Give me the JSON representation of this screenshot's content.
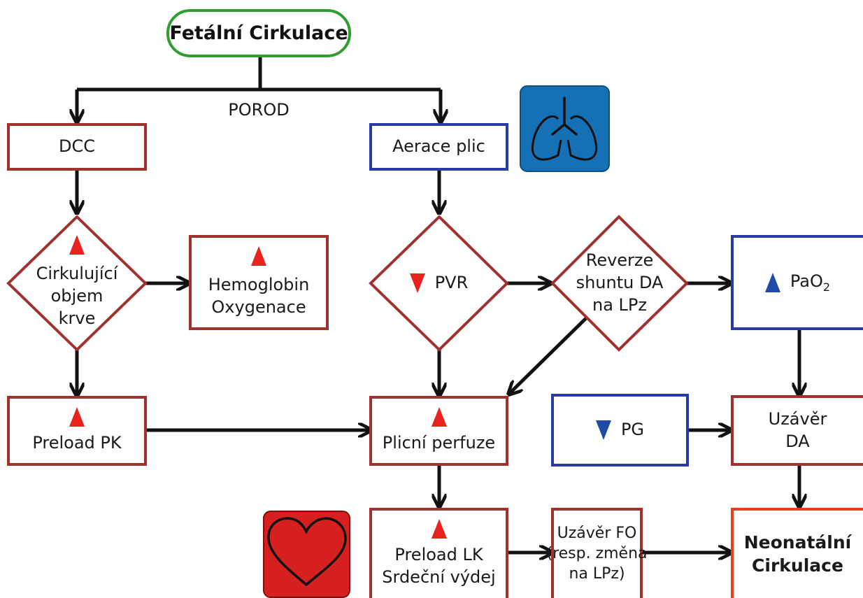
{
  "start": {
    "label": "Fetální Cirkulace"
  },
  "birth_label": "POROD",
  "nodes": {
    "dcc": {
      "label": "DCC"
    },
    "aeration": {
      "label": "Aerace plic"
    },
    "circ_volume": {
      "line1": "Cirkulující",
      "line2": "objem",
      "line3": "krve"
    },
    "hemoglobin": {
      "line1": "Hemoglobin",
      "line2": "Oxygenace"
    },
    "pvr": {
      "label": "PVR"
    },
    "da_reversal": {
      "line1": "Reverze",
      "line2": "shuntu DA",
      "line3": "na LPz"
    },
    "pao2": {
      "label": "PaO",
      "sub": "2"
    },
    "preload_pk": {
      "label": "Preload PK"
    },
    "lung_perfusion": {
      "label": "Plicní perfuze"
    },
    "pg": {
      "label": "PG"
    },
    "da_closure": {
      "line1": "Uzávěr",
      "line2": "DA"
    },
    "preload_lk": {
      "line1": "Preload LK",
      "line2": "Srdeční výdej"
    },
    "fo_closure": {
      "line1": "Uzávěr FO",
      "line2": "(resp. změna",
      "line3": "na LPz)"
    },
    "neonatal": {
      "line1": "Neonatální",
      "line2": "Cirkulace"
    }
  },
  "icons": [
    "lungs-icon",
    "heart-icon",
    "arrow-up-icon",
    "arrow-down-icon"
  ],
  "colors": {
    "start_border": "#2f9e2f",
    "red_border": "#a0322e",
    "blue_border": "#2a3aa6",
    "neonatal_border": "#e8401a",
    "arrow_up": "#e8221c",
    "arrow_down_red": "#e8221c",
    "arrow_down_blue": "#1f4aa8",
    "lung_bg": "#1670b5",
    "heart_bg": "#d62020"
  }
}
